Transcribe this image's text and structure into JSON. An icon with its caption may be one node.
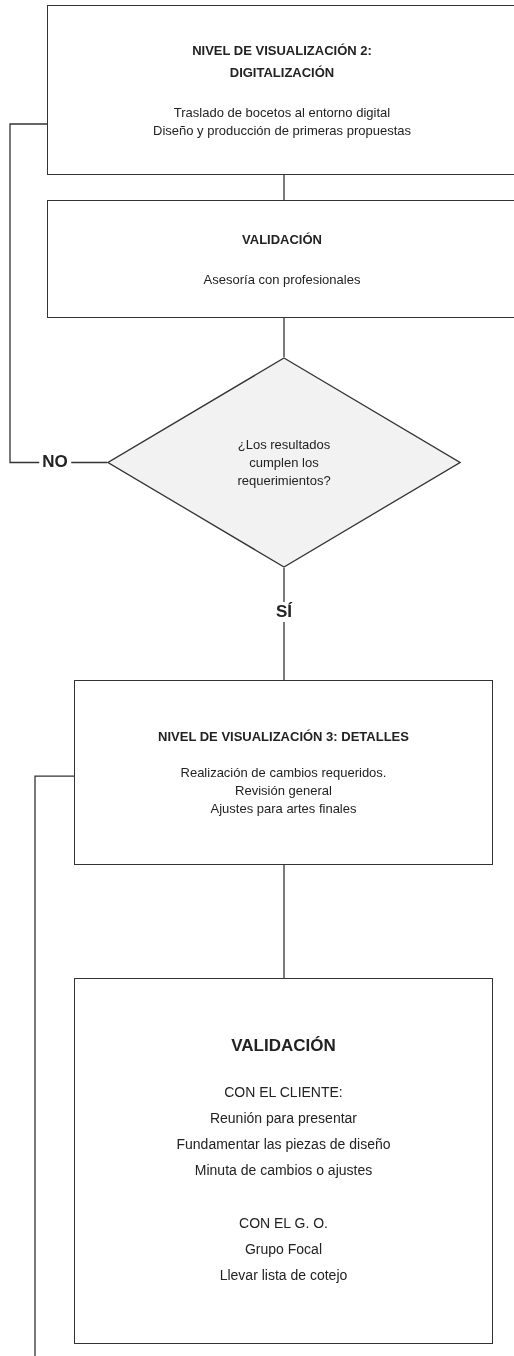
{
  "diagram": {
    "nodes": [
      {
        "text": [
          "NIVEL DE VISUALIZACIÓN 2: DIGITALIZACIÓN",
          "Traslado de bocetos al entorno digital",
          "Diseño y producción de primeras propuestas"
        ]
      },
      {
        "text": [
          "VALIDACIÓN",
          "Asesoría con profesionales"
        ]
      },
      {
        "text": [
          "¿Los resultados cumplen los requerimientos?"
        ]
      },
      {
        "text": [
          "NIVEL DE VISUALIZACIÓN 3: DETALLES",
          "Realización de cambios requeridos.",
          "Revisión general",
          "Ajustes para artes finales"
        ]
      },
      {
        "text": [
          "VALIDACIÓN",
          "CON EL CLIENTE:",
          "Reunión para presentar",
          "Fundamentar las piezas de diseño",
          "Minuta de cambios o ajustes",
          "CON EL G. O.",
          "Grupo Focal",
          "Llevar lista de cotejo"
        ]
      }
    ],
    "edges": [
      {
        "from": 0,
        "to": 1,
        "arrow": "none"
      },
      {
        "from": 1,
        "to": 2,
        "arrow": "none"
      },
      {
        "from": 2,
        "to": 0,
        "arrow": "none",
        "label": "NO"
      },
      {
        "from": 2,
        "to": 3,
        "arrow": "none",
        "label": "SÍ"
      },
      {
        "from": 3,
        "to": 4,
        "arrow": "none"
      },
      {
        "from": 3,
        "to": null,
        "arrow": "none"
      }
    ]
  }
}
